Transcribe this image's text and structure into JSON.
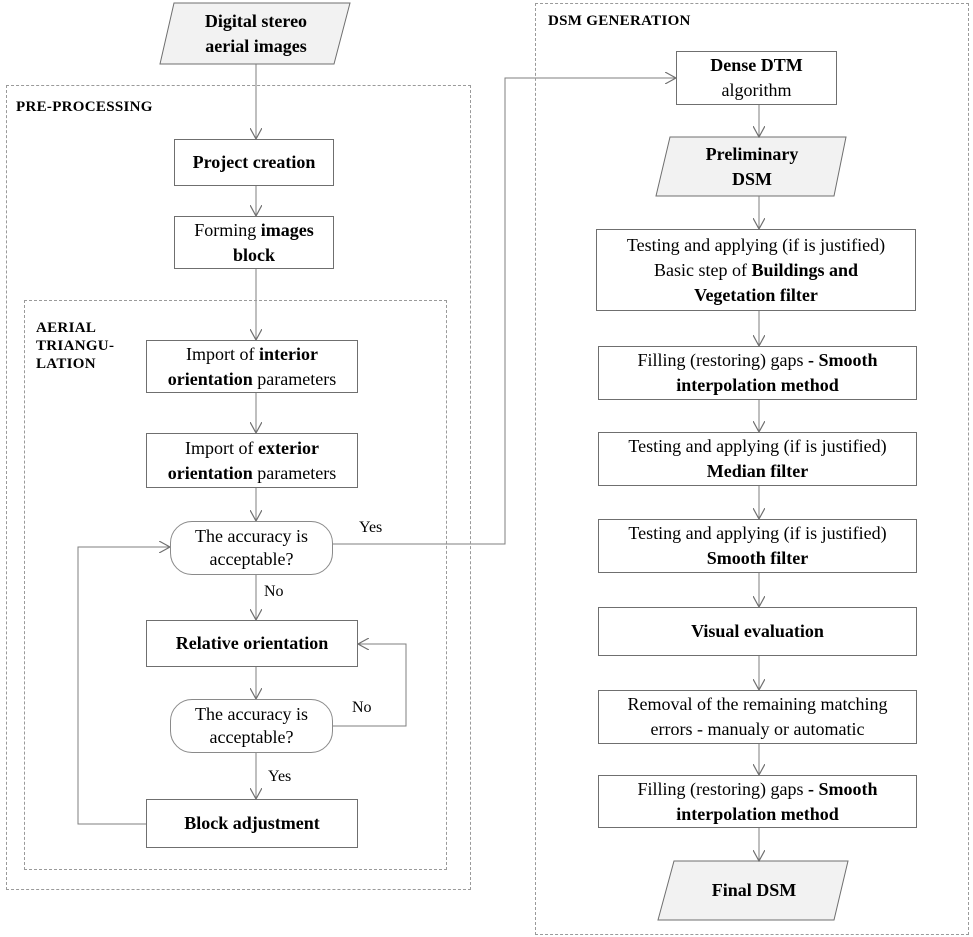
{
  "regions": {
    "pre_processing": "PRE-PROCESSING",
    "aerial_triangulation": [
      "AERIAL",
      "TRIANGU-",
      "LATION"
    ],
    "dsm_generation": "DSM GENERATION"
  },
  "nodes": {
    "input": [
      "Digital stereo",
      "aerial images"
    ],
    "project_creation": "Project creation",
    "forming_block": {
      "pre": "Forming ",
      "bold": "images",
      "line2": "block"
    },
    "import_interior": {
      "pre": "Import of ",
      "bold": "interior",
      "line2_bold": "orientation",
      "line2_rest": " parameters"
    },
    "import_exterior": {
      "pre": "Import of ",
      "bold": "exterior",
      "line2_bold": "orientation",
      "line2_rest": " parameters"
    },
    "decision1": [
      "The accuracy is",
      "acceptable?"
    ],
    "relative_orientation": "Relative orientation",
    "decision2": [
      "The accuracy is",
      "acceptable?"
    ],
    "block_adjustment": "Block adjustment",
    "dense_dtm": {
      "bold": "Dense DTM",
      "line2": "algorithm"
    },
    "preliminary_dsm": [
      "Preliminary",
      "DSM"
    ],
    "buildings_filter": {
      "line1": "Testing and applying (if is justified)",
      "line2_pre": "Basic step of ",
      "line2_bold": "Buildings and",
      "line3_bold": "Vegetation filter"
    },
    "filling_gaps_1": {
      "pre": "Filling (restoring) gaps ",
      "bold1": "- Smooth",
      "bold2": "interpolation method"
    },
    "median_filter": {
      "line1": "Testing and applying (if is justified)",
      "bold": "Median filter"
    },
    "smooth_filter": {
      "line1": "Testing and applying (if is justified)",
      "bold": "Smooth filter"
    },
    "visual_evaluation": "Visual evaluation",
    "removal_errors": [
      "Removal of the remaining matching",
      "errors - manualy or automatic"
    ],
    "filling_gaps_2": {
      "pre": "Filling (restoring) gaps ",
      "bold1": "- Smooth",
      "bold2": "interpolation method"
    },
    "final_dsm": "Final DSM"
  },
  "edge_labels": {
    "yes1": "Yes",
    "no1": "No",
    "no2": "No",
    "yes2": "Yes"
  },
  "colors": {
    "parallelogram_fill": "#f2f2f2",
    "line": "#7f7f7f",
    "region_border": "#9a9a9a"
  }
}
